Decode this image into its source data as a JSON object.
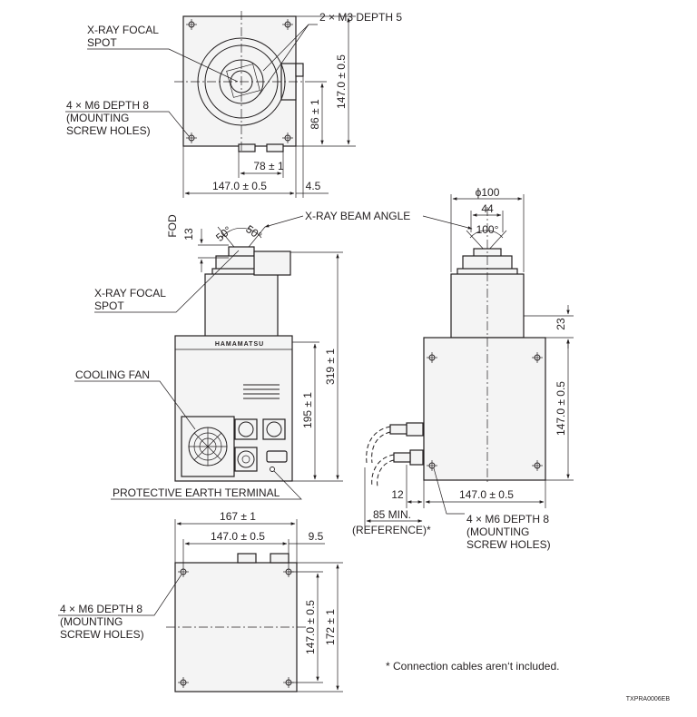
{
  "top_view": {
    "focal_spot_label": [
      "X-RAY FOCAL",
      "SPOT"
    ],
    "m3_label": "2 × M3 DEPTH 5",
    "mounting_label": [
      "4 × M6  DEPTH 8",
      "(MOUNTING",
      " SCREW HOLES)"
    ],
    "dim_height": "147.0 ± 0.5",
    "dim_86": "86 ± 1",
    "dim_78": "78 ± 1",
    "dim_width": "147.0 ± 0.5",
    "dim_45": "4.5"
  },
  "front_view": {
    "fod_label": "FOD",
    "dim_13": "13",
    "angle_left": "50°",
    "angle_right": "50°",
    "beam_angle_label": "X-RAY BEAM ANGLE",
    "focal_spot_label": [
      "X-RAY FOCAL",
      "SPOT"
    ],
    "brand": "HAMAMATSU",
    "cooling_fan_label": "COOLING FAN",
    "earth_label": "PROTECTIVE EARTH TERMINAL",
    "dim_319": "319 ± 1",
    "dim_195": "195 ± 1"
  },
  "side_view": {
    "dim_phi100": "ϕ100",
    "dim_44": "44",
    "angle_100": "100°",
    "dim_23": "23",
    "dim_height": "147.0 ± 0.5",
    "dim_12": "12",
    "dim_width": "147.0 ± 0.5",
    "dim_85": "85 MIN.",
    "reference_label": "(REFERENCE)*",
    "mounting_label": [
      "4 × M6  DEPTH 8",
      "(MOUNTING",
      " SCREW HOLES)"
    ]
  },
  "bottom_view": {
    "dim_167": "167 ± 1",
    "dim_width": "147.0 ± 0.5",
    "dim_95": "9.5",
    "mounting_label": [
      "4 × M6  DEPTH 8",
      "(MOUNTING",
      " SCREW HOLES)"
    ],
    "dim_height": "147.0 ± 0.5",
    "dim_172": "172 ± 1"
  },
  "footnote": "* Connection cables aren‘t included.",
  "doc_code": "TXPRA0006EB"
}
